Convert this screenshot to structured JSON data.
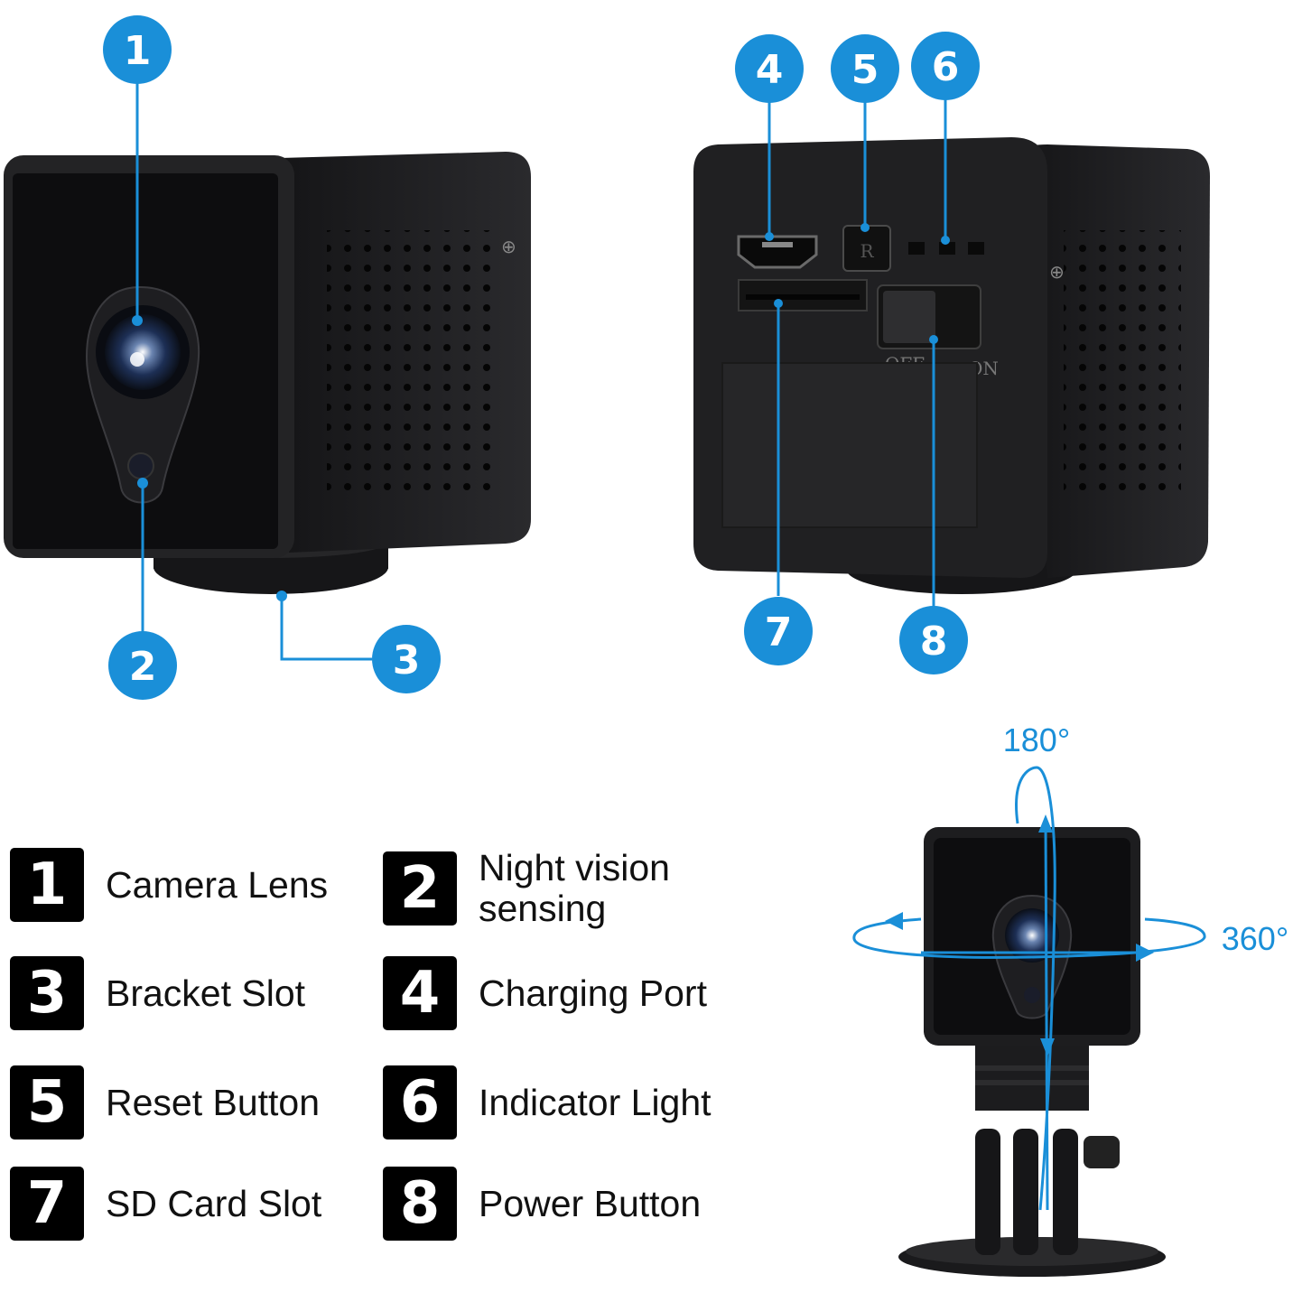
{
  "callouts": [
    {
      "number": "1"
    },
    {
      "number": "2"
    },
    {
      "number": "3"
    },
    {
      "number": "4"
    },
    {
      "number": "5"
    },
    {
      "number": "6"
    },
    {
      "number": "7"
    },
    {
      "number": "8"
    }
  ],
  "rotation": {
    "vertical": "180°",
    "horizontal": "360°"
  },
  "switch_labels": {
    "off": "OFF",
    "on": "ON"
  },
  "reset_mark": "R",
  "legend": [
    {
      "number": "1",
      "label": "Camera Lens"
    },
    {
      "number": "2",
      "label": "Night vision\nsensing"
    },
    {
      "number": "3",
      "label": "Bracket Slot"
    },
    {
      "number": "4",
      "label": "Charging Port"
    },
    {
      "number": "5",
      "label": "Reset Button"
    },
    {
      "number": "6",
      "label": "Indicator Light"
    },
    {
      "number": "7",
      "label": "SD Card Slot"
    },
    {
      "number": "8",
      "label": "Power Button"
    }
  ],
  "colors": {
    "accent": "#1a8fd8",
    "body": "#1c1c1e",
    "legend_box": "#000000"
  }
}
